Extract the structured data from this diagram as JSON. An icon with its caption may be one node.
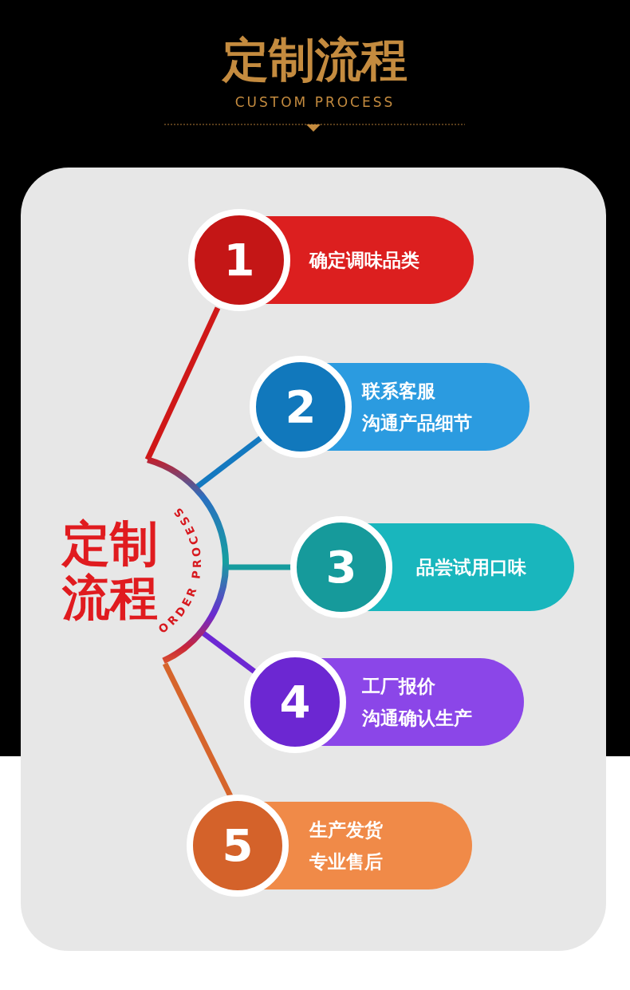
{
  "diagram": {
    "title": "定制流程",
    "nodes": [
      {
        "text": [
          "定制流程",
          "ORDER PROCESS"
        ]
      },
      {
        "text": [
          "1",
          "确定调味品类"
        ]
      },
      {
        "text": [
          "2",
          "联系客服",
          "沟通产品细节"
        ]
      },
      {
        "text": [
          "3",
          "品尝试用口味"
        ]
      },
      {
        "text": [
          "4",
          "工厂报价",
          "沟通确认生产"
        ]
      },
      {
        "text": [
          "5",
          "生产发货",
          "专业售后"
        ]
      }
    ],
    "edges": [
      {
        "from": 0,
        "to": 1,
        "arrow": "none",
        "color": "#cf1818"
      },
      {
        "from": 0,
        "to": 2,
        "arrow": "none",
        "color": "#1479c0"
      },
      {
        "from": 0,
        "to": 3,
        "arrow": "none",
        "color": "#169c9e"
      },
      {
        "from": 0,
        "to": 4,
        "arrow": "none",
        "color": "#6d28d3"
      },
      {
        "from": 0,
        "to": 5,
        "arrow": "none",
        "color": "#d6652c"
      }
    ],
    "labels": [
      "CUSTOM PROCESS"
    ]
  }
}
